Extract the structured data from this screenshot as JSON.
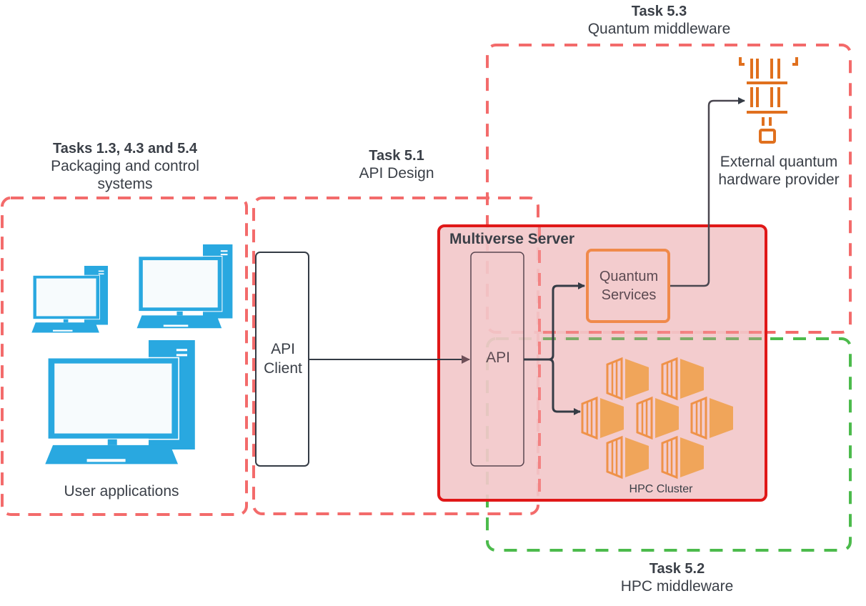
{
  "groups": {
    "packaging": {
      "title": "Tasks 1.3, 4.3 and 5.4",
      "subtitle": "Packaging and control systems",
      "color": "#f36b6b"
    },
    "api_design": {
      "title": "Task 5.1",
      "subtitle": "API Design",
      "color": "#f36b6b"
    },
    "quantum_middleware": {
      "title": "Task 5.3",
      "subtitle": "Quantum middleware",
      "color": "#f36b6b"
    },
    "hpc_middleware": {
      "title": "Task 5.2",
      "subtitle": "HPC middleware",
      "color": "#4cbb4c"
    }
  },
  "nodes": {
    "user_apps": {
      "label": "User applications",
      "icon": "desktop-computer-icon",
      "color": "#29a8e0"
    },
    "api_client": {
      "label_line1": "API",
      "label_line2": "Client"
    },
    "server": {
      "label": "Multiverse Server",
      "border": "#e01818",
      "fill": "#f2c8ca"
    },
    "api": {
      "label": "API"
    },
    "quantum_services": {
      "label_line1": "Quantum",
      "label_line2": "Services",
      "border": "#f08a4b"
    },
    "hpc_cluster": {
      "label": "HPC Cluster",
      "icon": "container-cluster-icon",
      "color": "#f0a55a"
    },
    "quantum_provider": {
      "label_line1": "External quantum",
      "label_line2": "hardware provider",
      "icon": "quantum-chip-icon",
      "color": "#e0701e"
    }
  },
  "edges": [
    {
      "from": "API Client",
      "to": "API"
    },
    {
      "from": "API",
      "to": "Quantum Services"
    },
    {
      "from": "API",
      "to": "HPC Cluster"
    },
    {
      "from": "Quantum Services",
      "to": "External quantum hardware provider"
    }
  ]
}
